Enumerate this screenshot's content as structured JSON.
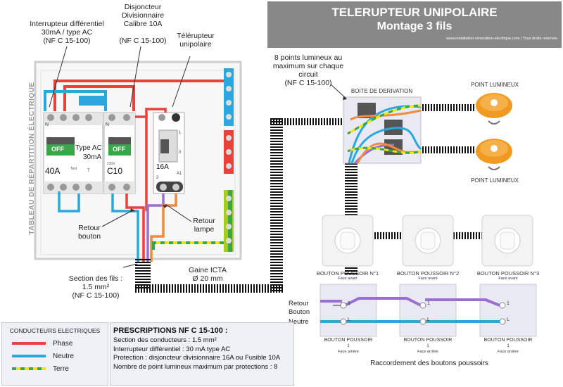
{
  "header": {
    "title": "TELERUPTEUR UNIPOLAIRE",
    "subtitle": "Montage 3 fils",
    "website": "www.installation-renovation-electrique.com | Tous droits réservés"
  },
  "labels": {
    "interrupteur_diff": "Interrupteur différentiel\n30mA / type AC\n(NF C 15-100)",
    "disjoncteur": "Disjoncteur\nDivisionnaire\nCalibre 10A\n\n(NF C 15-100)",
    "telerupteur": "Télérupteur\nunipolaire",
    "points_lumineux": "8 points lumineux au\nmaximum sur chaque\ncircuit\n(NF C 15-100)",
    "tableau": "TABLEAU  DE RÉPARTITION ÉLECTRIQUE",
    "boite_derivation": "BOITE DE DERIVATION",
    "point_lumineux_top": "POINT LUMINEUX",
    "point_lumineux_bottom": "POINT LUMINEUX",
    "retour_bouton": "Retour\nbouton",
    "retour_lampe": "Retour\nlampe",
    "section_fils": "Section des fils :\n1.5 mm²\n(NF C 15-100)",
    "gaine": "Gaine ICTA\nØ 20 mm",
    "raccordement": "Raccordement  des boutons poussoirs",
    "retour_bouton_right": "Retour\nBouton",
    "neutre_right": "Neutre"
  },
  "breakers": {
    "diff_off": "OFF",
    "diff_type": "Type AC",
    "diff_ma": "30mA",
    "diff_rating": "40A",
    "diff_test": "Test",
    "disj_off": "OFF",
    "disj_voltage": "230V",
    "disj_rating": "C10",
    "tele_rating": "16A",
    "tele_a1": "A1",
    "tele_1": "1",
    "tele_0": "0",
    "tele_2": "2",
    "n": "N",
    "t": "T"
  },
  "buttons": {
    "front": [
      {
        "title": "BOUTON POUSSOIR N°1",
        "sub": "Face avant"
      },
      {
        "title": "BOUTON POUSSOIR N°2",
        "sub": "Face avant"
      },
      {
        "title": "BOUTON POUSSOIR N°3",
        "sub": "Face avant"
      }
    ],
    "back": [
      {
        "title": "BOUTON POUSSOIR",
        "num": "1",
        "sub": "Face arrière"
      },
      {
        "title": "BOUTON POUSSOIR",
        "num": "1",
        "sub": "Face arrière"
      },
      {
        "title": "BOUTON POUSSOIR",
        "num": "1",
        "sub": "Face arrière"
      }
    ],
    "terminal_1": "1",
    "terminal_l": "L"
  },
  "legend": {
    "title": "CONDUCTEURS ELECTRIQUES",
    "items": [
      {
        "label": "Phase",
        "color": "#e8423a"
      },
      {
        "label": "Neutre",
        "color": "#2aa8de"
      },
      {
        "label": "Terre",
        "color": "#3aa64a"
      }
    ]
  },
  "prescriptions": {
    "title": "PRESCRIPTIONS NF C 15-100 :",
    "lines": [
      "Section des conducteurs : 1.5 mm²",
      "Interrupteur différentiel : 30 mA type AC",
      "Protection : disjoncteur divisionnaire 16A ou Fusible 10A",
      "Nombre de point lumineux maximum par protections : 8"
    ]
  },
  "colors": {
    "phase": "#e8423a",
    "neutre": "#2aa8de",
    "terre_green": "#3aa64a",
    "terre_yellow": "#f2e600",
    "retour": "#9b6fcf",
    "lampe": "#f08a3c",
    "header_bg": "#888888"
  }
}
